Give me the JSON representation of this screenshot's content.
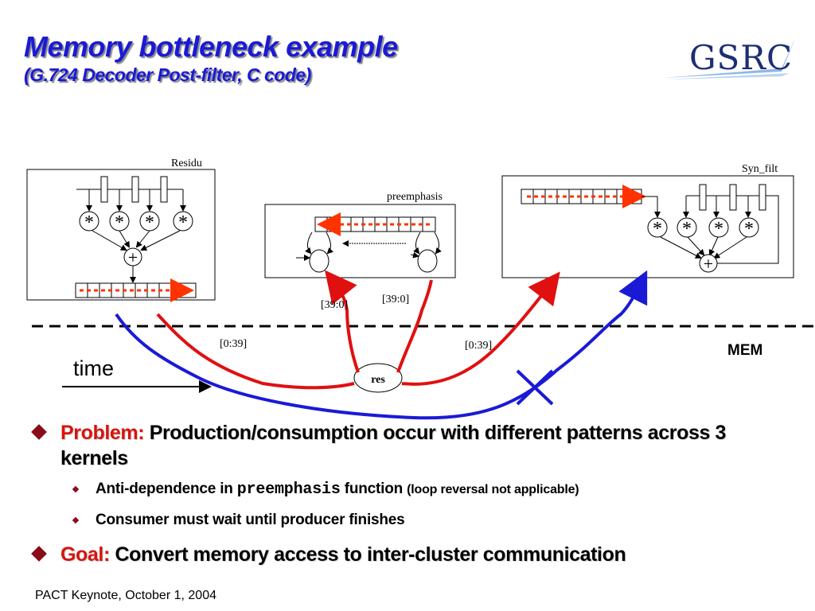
{
  "slide": {
    "title": "Memory bottleneck example",
    "subtitle": "(G.724 Decoder Post-filter, C code)",
    "footer": "PACT Keynote, October 1, 2004"
  },
  "logo": {
    "text": "GSRC",
    "colors": {
      "text": "#1d2f73",
      "swoosh": "#8fb7e8"
    }
  },
  "diagram": {
    "kernels": [
      {
        "name": "Residu",
        "ops": [
          "*",
          "*",
          "*",
          "*"
        ],
        "sum": "+"
      },
      {
        "name": "preemphasis"
      },
      {
        "name": "Syn_filt",
        "ops": [
          "*",
          "*",
          "*",
          "*"
        ],
        "sum": "+"
      }
    ],
    "buffer_node": "res",
    "ranges": {
      "residu_write": "[0:39]",
      "pre_read": "[39:0]",
      "pre_write": "[39:0]",
      "syn_read": "[0:39]"
    },
    "time_label": "time",
    "mem_label": "MEM",
    "colors": {
      "red_path": "#e01010",
      "blue_path": "#1a1ad6",
      "arrow": "#ff3300"
    }
  },
  "bullets": [
    {
      "label": "Problem:",
      "text": "Production/consumption occur with different patterns across 3 kernels"
    },
    {
      "prefix": "Anti-dependence in",
      "code": "preemphasis",
      "middle": "function",
      "note": "(loop reversal not applicable)"
    },
    {
      "text": "Consumer must wait until producer finishes"
    },
    {
      "label": "Goal:",
      "text": "Convert memory access to inter-cluster communication"
    }
  ]
}
